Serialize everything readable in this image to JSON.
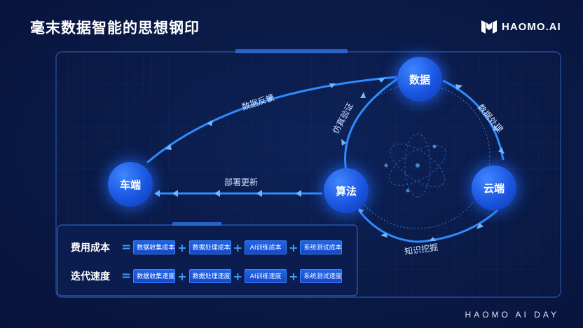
{
  "title": "毫末数据智能的思想钢印",
  "logo_text": "HAOMO.AI",
  "footer": "HAOMO AI DAY",
  "nodes": {
    "data": "数据",
    "cloud": "云端",
    "algo": "算法",
    "car": "车端"
  },
  "edges": {
    "feedback": "数据反馈",
    "deploy": "部署更新",
    "simulate": "仿真验证",
    "process": "数据处理",
    "mining": "知识挖掘"
  },
  "formulas": [
    {
      "label": "费用成本",
      "items": [
        "数据收集成本",
        "数据处理成本",
        "AI训练成本",
        "系统测试成本"
      ]
    },
    {
      "label": "迭代速度",
      "items": [
        "数据收集速度",
        "数据处理速度",
        "AI训练速度",
        "系统测试速度"
      ]
    }
  ],
  "colors": {
    "accent": "#3f9bff",
    "node": "#1a55e0",
    "background": "#0a1a46"
  }
}
